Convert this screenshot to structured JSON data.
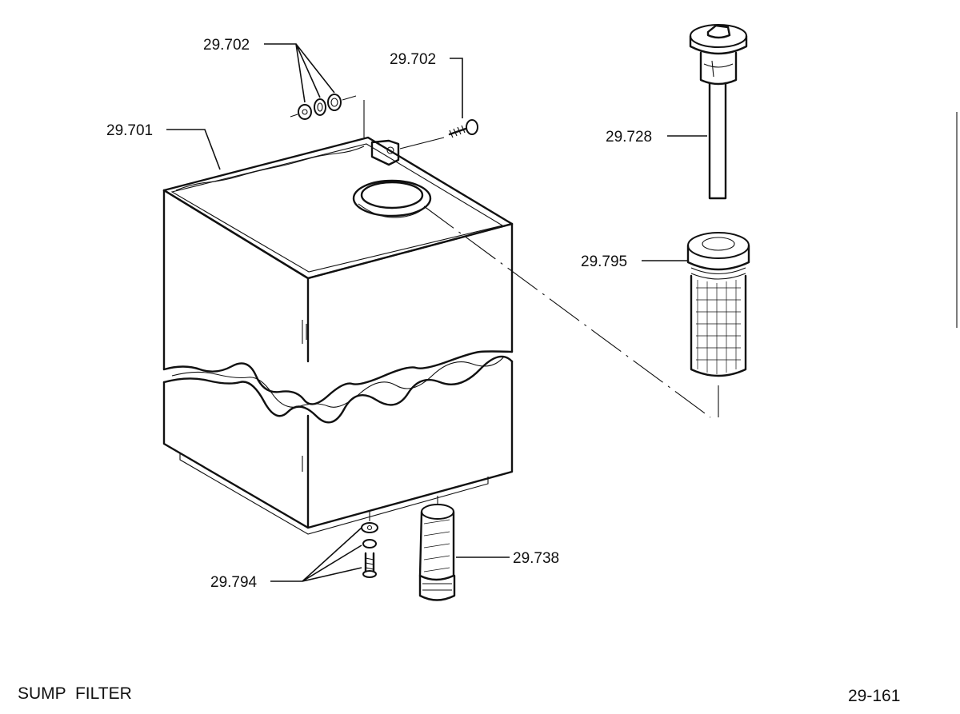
{
  "title": "SUMP  FILTER",
  "page_number": "29-161",
  "parts": {
    "p29_702_a": "29.702",
    "p29_702_b": "29.702",
    "p29_701": "29.701",
    "p29_728": "29.728",
    "p29_795": "29.795",
    "p29_738": "29.738",
    "p29_794": "29.794"
  }
}
